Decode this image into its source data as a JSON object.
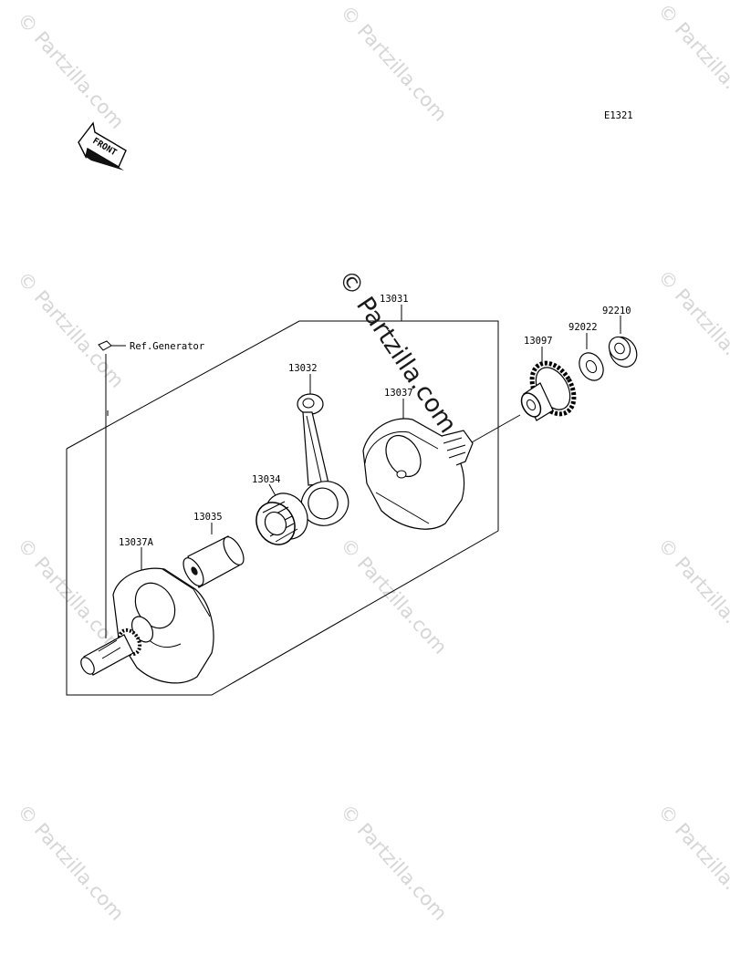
{
  "diagram": {
    "code": "E1321",
    "front_label": "FRONT",
    "ref_label": "Ref.Generator",
    "parts": [
      {
        "id": "p31",
        "number": "13031"
      },
      {
        "id": "p32",
        "number": "13032"
      },
      {
        "id": "p37",
        "number": "13037"
      },
      {
        "id": "p34",
        "number": "13034"
      },
      {
        "id": "p35",
        "number": "13035"
      },
      {
        "id": "p37a",
        "number": "13037A"
      },
      {
        "id": "p97",
        "number": "13097"
      },
      {
        "id": "p22",
        "number": "92022"
      },
      {
        "id": "p10",
        "number": "92210"
      }
    ]
  },
  "watermark": {
    "small_text": "© Partzilla.com",
    "large_text": "© Partzilla.com"
  }
}
